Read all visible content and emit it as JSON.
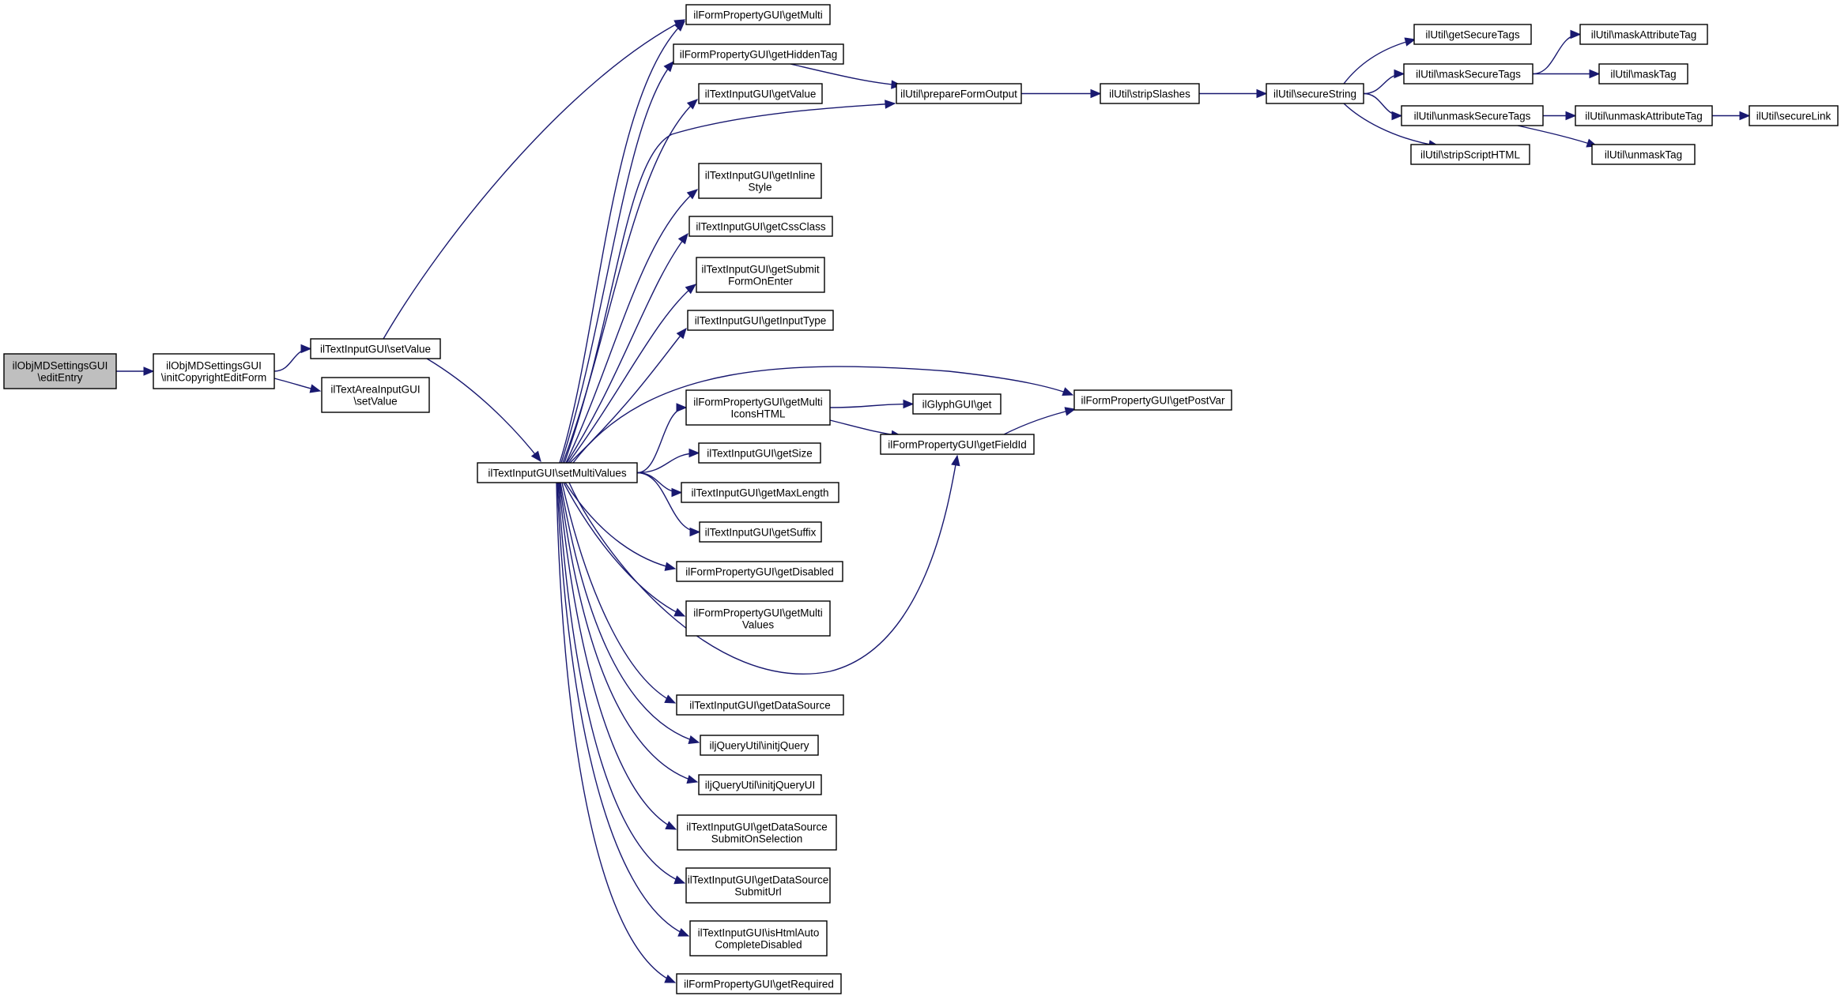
{
  "nodes": [
    {
      "id": "n0",
      "lines": [
        "ilObjMDSettingsGUI",
        "\\editEntry"
      ],
      "root": true
    },
    {
      "id": "n1",
      "lines": [
        "ilObjMDSettingsGUI",
        "\\initCopyrightEditForm"
      ]
    },
    {
      "id": "n2",
      "lines": [
        "ilTextInputGUI\\setValue"
      ]
    },
    {
      "id": "n3",
      "lines": [
        "ilTextAreaInputGUI",
        "\\setValue"
      ]
    },
    {
      "id": "n4",
      "lines": [
        "ilFormPropertyGUI\\getMulti"
      ]
    },
    {
      "id": "n5",
      "lines": [
        "ilTextInputGUI\\setMultiValues"
      ]
    },
    {
      "id": "n6",
      "lines": [
        "ilFormPropertyGUI\\getHiddenTag"
      ]
    },
    {
      "id": "n7",
      "lines": [
        "ilTextInputGUI\\getValue"
      ]
    },
    {
      "id": "n8",
      "lines": [
        "ilUtil\\prepareFormOutput"
      ]
    },
    {
      "id": "n9",
      "lines": [
        "ilTextInputGUI\\getInline",
        "Style"
      ]
    },
    {
      "id": "n10",
      "lines": [
        "ilTextInputGUI\\getCssClass"
      ]
    },
    {
      "id": "n11",
      "lines": [
        "ilTextInputGUI\\getSubmit",
        "FormOnEnter"
      ]
    },
    {
      "id": "n12",
      "lines": [
        "ilTextInputGUI\\getInputType"
      ]
    },
    {
      "id": "n13",
      "lines": [
        "ilFormPropertyGUI\\getMulti",
        "IconsHTML"
      ]
    },
    {
      "id": "n14",
      "lines": [
        "ilFormPropertyGUI\\getPostVar"
      ]
    },
    {
      "id": "n15",
      "lines": [
        "ilTextInputGUI\\getSize"
      ]
    },
    {
      "id": "n16",
      "lines": [
        "ilFormPropertyGUI\\getFieldId"
      ]
    },
    {
      "id": "n17",
      "lines": [
        "ilTextInputGUI\\getMaxLength"
      ]
    },
    {
      "id": "n18",
      "lines": [
        "ilTextInputGUI\\getSuffix"
      ]
    },
    {
      "id": "n19",
      "lines": [
        "ilFormPropertyGUI\\getDisabled"
      ]
    },
    {
      "id": "n20",
      "lines": [
        "ilFormPropertyGUI\\getMulti",
        "Values"
      ]
    },
    {
      "id": "n21",
      "lines": [
        "ilTextInputGUI\\getDataSource"
      ]
    },
    {
      "id": "n22",
      "lines": [
        "iljQueryUtil\\initjQuery"
      ]
    },
    {
      "id": "n23",
      "lines": [
        "iljQueryUtil\\initjQueryUI"
      ]
    },
    {
      "id": "n24",
      "lines": [
        "ilTextInputGUI\\getDataSource",
        "SubmitOnSelection"
      ]
    },
    {
      "id": "n25",
      "lines": [
        "ilTextInputGUI\\getDataSource",
        "SubmitUrl"
      ]
    },
    {
      "id": "n26",
      "lines": [
        "ilTextInputGUI\\isHtmlAuto",
        "CompleteDisabled"
      ]
    },
    {
      "id": "n27",
      "lines": [
        "ilFormPropertyGUI\\getRequired"
      ]
    },
    {
      "id": "n28",
      "lines": [
        "ilGlyphGUI\\get"
      ]
    },
    {
      "id": "n29",
      "lines": [
        "ilUtil\\stripSlashes"
      ]
    },
    {
      "id": "n30",
      "lines": [
        "ilUtil\\secureString"
      ]
    },
    {
      "id": "n31",
      "lines": [
        "ilUtil\\getSecureTags"
      ]
    },
    {
      "id": "n32",
      "lines": [
        "ilUtil\\maskSecureTags"
      ]
    },
    {
      "id": "n33",
      "lines": [
        "ilUtil\\unmaskSecureTags"
      ]
    },
    {
      "id": "n34",
      "lines": [
        "ilUtil\\stripScriptHTML"
      ]
    },
    {
      "id": "n35",
      "lines": [
        "ilUtil\\maskAttributeTag"
      ]
    },
    {
      "id": "n36",
      "lines": [
        "ilUtil\\maskTag"
      ]
    },
    {
      "id": "n37",
      "lines": [
        "ilUtil\\unmaskAttributeTag"
      ]
    },
    {
      "id": "n38",
      "lines": [
        "ilUtil\\unmaskTag"
      ]
    },
    {
      "id": "n39",
      "lines": [
        "ilUtil\\secureLink"
      ]
    }
  ],
  "edges": [
    {
      "from": "n0",
      "to": "n1"
    },
    {
      "from": "n1",
      "to": "n2"
    },
    {
      "from": "n1",
      "to": "n3"
    },
    {
      "from": "n2",
      "to": "n4"
    },
    {
      "from": "n2",
      "to": "n5"
    },
    {
      "from": "n5",
      "to": "n4"
    },
    {
      "from": "n5",
      "to": "n6"
    },
    {
      "from": "n5",
      "to": "n7"
    },
    {
      "from": "n5",
      "to": "n8"
    },
    {
      "from": "n5",
      "to": "n9"
    },
    {
      "from": "n5",
      "to": "n10"
    },
    {
      "from": "n5",
      "to": "n11"
    },
    {
      "from": "n5",
      "to": "n12"
    },
    {
      "from": "n5",
      "to": "n13"
    },
    {
      "from": "n5",
      "to": "n14"
    },
    {
      "from": "n5",
      "to": "n15"
    },
    {
      "from": "n5",
      "to": "n16"
    },
    {
      "from": "n5",
      "to": "n17"
    },
    {
      "from": "n5",
      "to": "n18"
    },
    {
      "from": "n5",
      "to": "n19"
    },
    {
      "from": "n5",
      "to": "n20"
    },
    {
      "from": "n5",
      "to": "n21"
    },
    {
      "from": "n5",
      "to": "n22"
    },
    {
      "from": "n5",
      "to": "n23"
    },
    {
      "from": "n5",
      "to": "n24"
    },
    {
      "from": "n5",
      "to": "n25"
    },
    {
      "from": "n5",
      "to": "n26"
    },
    {
      "from": "n5",
      "to": "n27"
    },
    {
      "from": "n6",
      "to": "n8"
    },
    {
      "from": "n8",
      "to": "n29"
    },
    {
      "from": "n29",
      "to": "n30"
    },
    {
      "from": "n30",
      "to": "n31"
    },
    {
      "from": "n30",
      "to": "n32"
    },
    {
      "from": "n30",
      "to": "n33"
    },
    {
      "from": "n30",
      "to": "n34"
    },
    {
      "from": "n32",
      "to": "n35"
    },
    {
      "from": "n32",
      "to": "n36"
    },
    {
      "from": "n33",
      "to": "n37"
    },
    {
      "from": "n33",
      "to": "n38"
    },
    {
      "from": "n37",
      "to": "n39"
    },
    {
      "from": "n13",
      "to": "n28"
    },
    {
      "from": "n13",
      "to": "n16"
    },
    {
      "from": "n16",
      "to": "n14"
    }
  ]
}
